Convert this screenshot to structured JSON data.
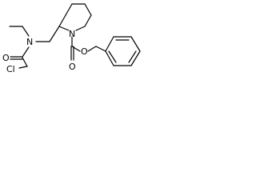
{
  "molecule": {
    "atoms": {
      "cl": "Cl",
      "o_amide": "O",
      "n_amide": "N",
      "n_ring": "N",
      "o_carbonyl": "O",
      "o_ester": "O"
    },
    "colors": {
      "bond": "#000000",
      "label": "#000000",
      "background": "#ffffff"
    }
  }
}
